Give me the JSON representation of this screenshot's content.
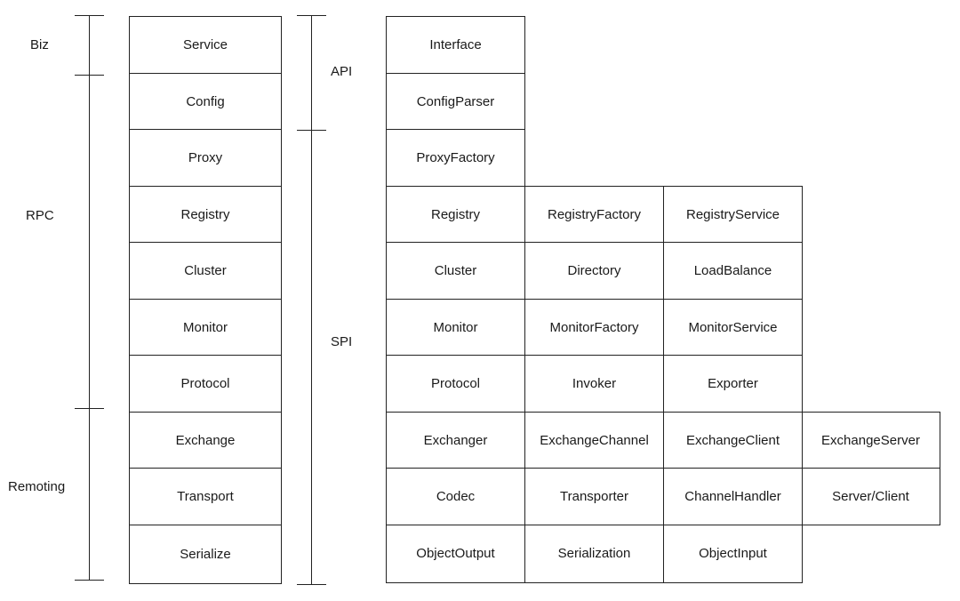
{
  "groups": {
    "biz": "Biz",
    "rpc": "RPC",
    "remoting": "Remoting",
    "api": "API",
    "spi": "SPI"
  },
  "layers": [
    "Service",
    "Config",
    "Proxy",
    "Registry",
    "Cluster",
    "Monitor",
    "Protocol",
    "Exchange",
    "Transport",
    "Serialize"
  ],
  "rows": [
    [
      "Interface"
    ],
    [
      "ConfigParser"
    ],
    [
      "ProxyFactory"
    ],
    [
      "Registry",
      "RegistryFactory",
      "RegistryService"
    ],
    [
      "Cluster",
      "Directory",
      "LoadBalance"
    ],
    [
      "Monitor",
      "MonitorFactory",
      "MonitorService"
    ],
    [
      "Protocol",
      "Invoker",
      "Exporter"
    ],
    [
      "Exchanger",
      "ExchangeChannel",
      "ExchangeClient",
      "ExchangeServer"
    ],
    [
      "Codec",
      "Transporter",
      "ChannelHandler",
      "Server/Client"
    ],
    [
      "ObjectOutput",
      "Serialization",
      "ObjectInput"
    ]
  ]
}
